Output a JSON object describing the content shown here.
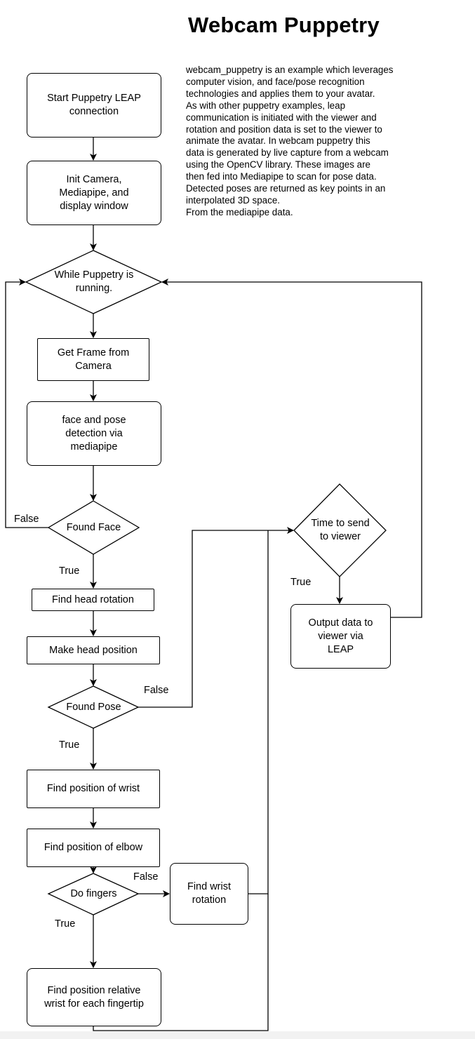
{
  "title": "Webcam Puppetry",
  "description": [
    "webcam_puppetry is an example which leverages",
    "computer vision, and face/pose recognition",
    "technologies and applies them to your avatar.",
    "As with other puppetry examples, leap",
    "communication is initiated with the viewer and",
    "rotation and position data is set to the viewer to",
    "animate the avatar.   In webcam puppetry this",
    "data is generated by live capture from a webcam",
    "using the OpenCV library.  These images are",
    "then fed into Mediapipe to scan for pose data.",
    "Detected poses are returned as key points  in an",
    "interpolated 3D space.",
    "From the mediapipe data."
  ],
  "nodes": {
    "start": [
      "Start Puppetry LEAP",
      "connection"
    ],
    "init": [
      "Init Camera,",
      "Mediapipe, and",
      "display window"
    ],
    "while_running": [
      "While Puppetry is",
      "running."
    ],
    "get_frame": [
      "Get Frame from",
      "Camera"
    ],
    "detection": [
      "face and pose",
      "detection via",
      "mediapipe"
    ],
    "found_face": [
      "Found Face"
    ],
    "head_rotation": [
      "Find head rotation"
    ],
    "head_position": [
      "Make head position"
    ],
    "found_pose": [
      "Found Pose"
    ],
    "wrist_position": [
      "Find position of wrist"
    ],
    "elbow_position": [
      "Find position of elbow"
    ],
    "do_fingers": [
      "Do fingers"
    ],
    "wrist_rotation": [
      "Find wrist",
      "rotation"
    ],
    "fingertips": [
      "Find position relative",
      "wrist for each fingertip"
    ],
    "time_to_send": [
      "Time to send",
      "to viewer"
    ],
    "output": [
      "Output data to",
      "viewer via",
      "LEAP"
    ]
  },
  "edge_labels": {
    "face_false": "False",
    "face_true": "True",
    "pose_false": "False",
    "pose_true": "True",
    "fingers_false": "False",
    "fingers_true": "True",
    "send_true": "True"
  }
}
